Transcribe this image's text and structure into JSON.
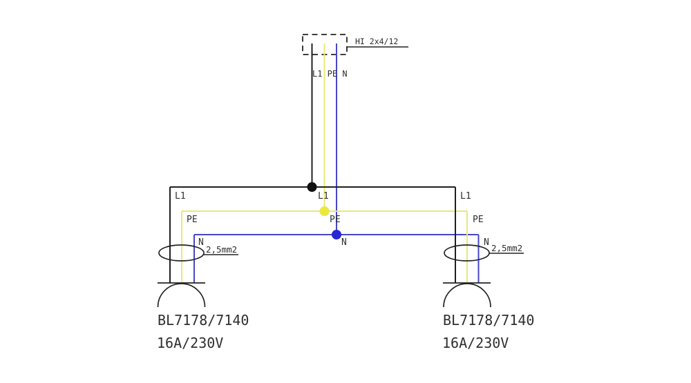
{
  "canvas": {
    "background": "#ffffff"
  },
  "colors": {
    "canvas_bg": "#ffffff",
    "l1": "#1f1f1f",
    "pe": "#e9e878",
    "n": "#4646c9",
    "dot_l1": "#111111",
    "dot_pe": "#ece73c",
    "dot_n": "#2727d4",
    "outline": "#222222",
    "text": "#2e2e2e"
  },
  "supply": {
    "cable_label": "HI 2x4/12",
    "conductors_label": "L1 PE N"
  },
  "junction": {
    "l1_label": "L1",
    "pe_label": "PE",
    "n_label": "N"
  },
  "outlets": [
    {
      "side": "left",
      "l1_label": "L1",
      "pe_label": "PE",
      "n_label": "N",
      "cable_size": "2,5mm2",
      "model": "BL7178/7140",
      "rating": "16A/230V"
    },
    {
      "side": "right",
      "l1_label": "L1",
      "pe_label": "PE",
      "n_label": "N",
      "cable_size": "2,5mm2",
      "model": "BL7178/7140",
      "rating": "16A/230V"
    }
  ]
}
